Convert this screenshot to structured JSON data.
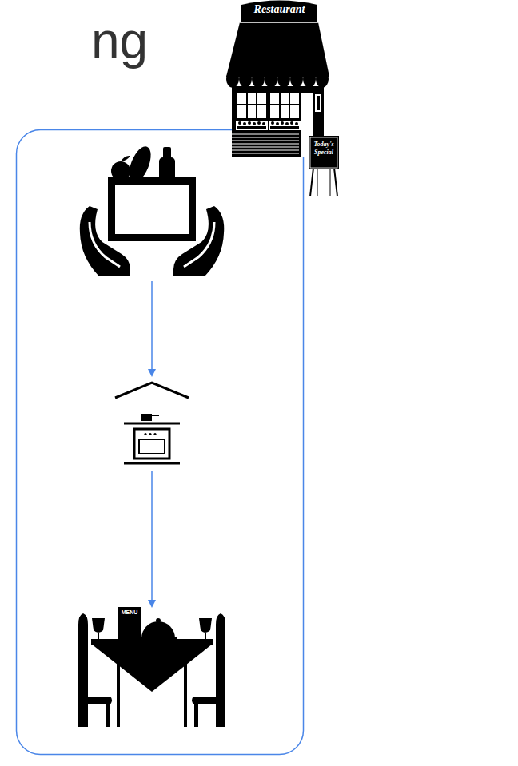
{
  "diagram": {
    "title": "ng",
    "labels": [
      "Restaurant",
      "Today's Special",
      "MENU"
    ]
  }
}
